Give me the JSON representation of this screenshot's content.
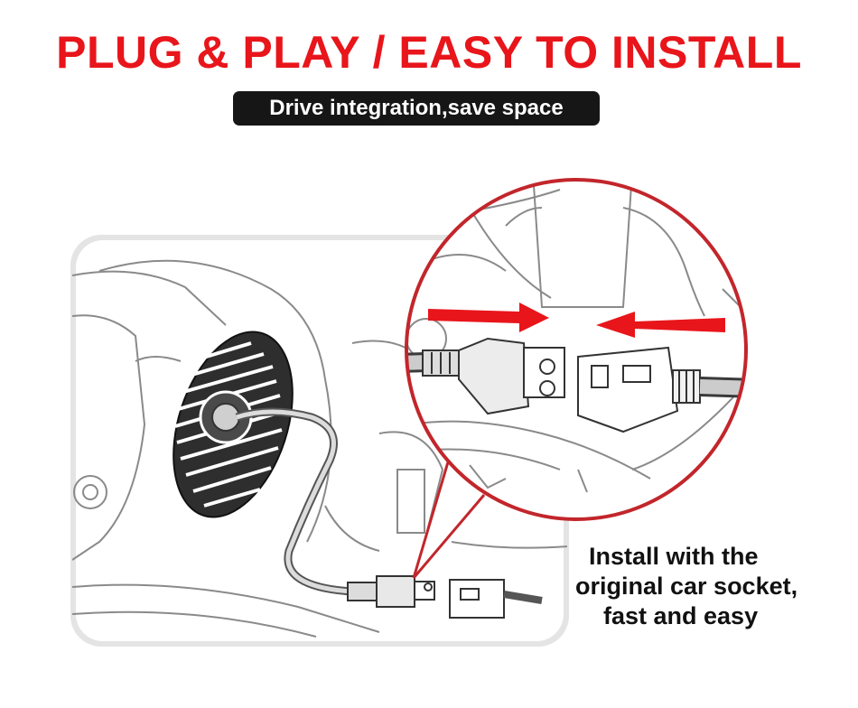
{
  "header": {
    "title": "PLUG & PLAY / EASY TO INSTALL",
    "subtitle": "Drive integration,save space"
  },
  "caption": {
    "line1": "Install with the",
    "line2": "original car socket,",
    "line3": "fast and easy"
  },
  "colors": {
    "title": "#e8151b",
    "pill": "#161616",
    "callout": "#c2262b",
    "arrow": "#e8151b",
    "bulb": "#2e2e2e"
  },
  "icons": {
    "insert_arrows": "right-arrow-and-left-arrow"
  }
}
